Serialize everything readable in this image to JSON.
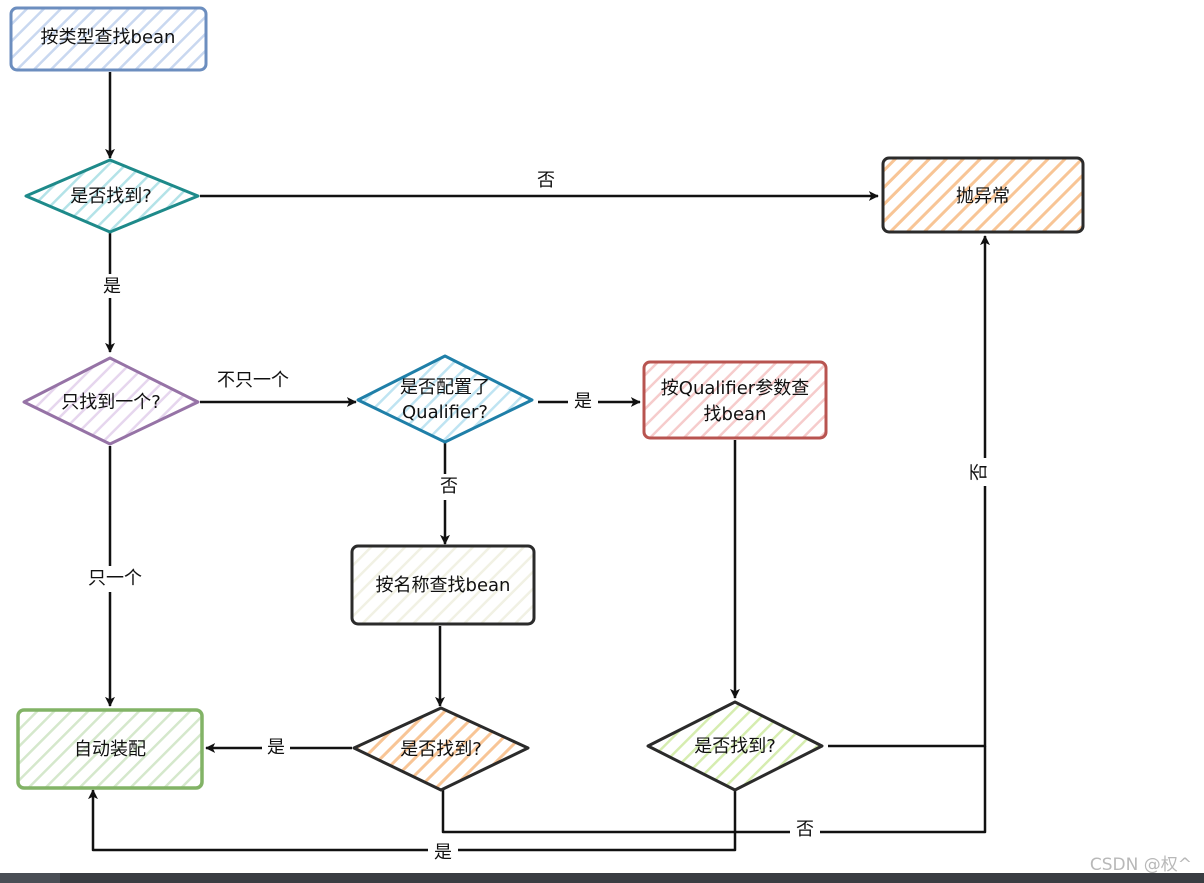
{
  "colors": {
    "blue": "#6c8ebf",
    "teal": "#1e8a8a",
    "purple": "#9673a6",
    "cyan_blue": "#1f7fa8",
    "red": "#b85450",
    "orange_fill": "#f5b07a",
    "green": "#82b366",
    "light_green": "#c8e6a0",
    "dark": "#2b2b2b",
    "beige": "#eeeedd"
  },
  "nodes": {
    "find_by_type": "按类型查找bean",
    "found1": "是否找到?",
    "throw_exception": "抛异常",
    "only_one": "只找到一个?",
    "has_qualifier_line1": "是否配置了",
    "has_qualifier_line2": "Qualifier?",
    "find_by_qualifier_line1": "按Qualifier参数查",
    "find_by_qualifier_line2": "找bean",
    "find_by_name": "按名称查找bean",
    "found2": "是否找到?",
    "found3": "是否找到?",
    "autowire": "自动装配"
  },
  "edges": {
    "found1_no": "否",
    "found1_yes": "是",
    "not_only_one": "不只一个",
    "qualifier_yes": "是",
    "qualifier_no": "否",
    "only_one": "只一个",
    "found2_yes_autowire": "是",
    "found3_no": "否",
    "found2_no": "否",
    "found3_yes": "是"
  },
  "watermark": "CSDN @权^"
}
